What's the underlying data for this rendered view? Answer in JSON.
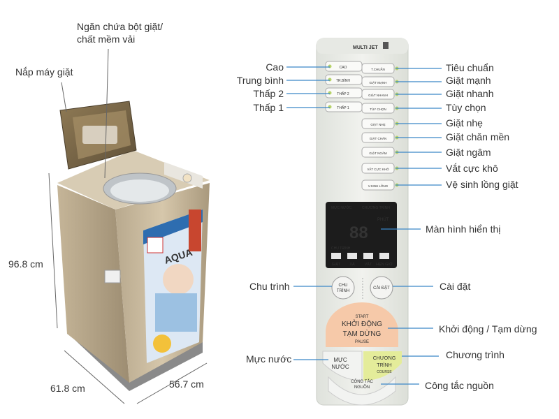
{
  "machine": {
    "brand": "AQUA",
    "label_lid": "Nắp máy giặt",
    "label_drawer_1": "Ngăn chứa bột giặt/",
    "label_drawer_2": "chất mềm vải",
    "dim_height": "96.8 cm",
    "dim_depth": "61.8 cm",
    "dim_width": "56.7 cm"
  },
  "panel": {
    "header_logo": "MULTI JET",
    "left_labels": [
      "Cao",
      "Trung bình",
      "Thấp 2",
      "Thấp 1"
    ],
    "right_labels": [
      "Tiêu chuẩn",
      "Giặt mạnh",
      "Giặt nhanh",
      "Tùy chọn",
      "Giặt nhẹ",
      "Giặt chăn mền",
      "Giặt ngâm",
      "Vắt cực khô",
      "Vệ sinh lồng giặt"
    ],
    "display_label": "Màn hình hiển thị",
    "display_digits": "88",
    "display_phut": "PHÚT",
    "display_hdr_left": "MỰC NƯỚC",
    "display_hdr_right": "CHƯƠNG TRÌNH",
    "display_small": "CHU TRÌNH",
    "step_labels": [
      "GIẶT",
      "XẢ",
      "VẮT",
      "HẸN GIỜ"
    ],
    "cycle_label": "Chu trình",
    "cycle_btn_1": "CHU",
    "cycle_btn_2": "TRÌNH",
    "set_label": "Cài đặt",
    "set_btn": "CÀI ĐẶT",
    "start_label": "Khởi động / Tạm dừng",
    "start_en": "START",
    "start_btn_1": "KHỞI ĐỘNG",
    "start_btn_2": "TẠM DỪNG",
    "start_pause": "PAUSE",
    "water_label": "Mực nước",
    "water_btn_1": "MỰC",
    "water_btn_2": "NƯỚC",
    "course_label": "Chương trình",
    "course_btn_1": "CHƯƠNG",
    "course_btn_2": "TRÌNH",
    "course_en": "COURSE",
    "power_label": "Công tắc nguồn",
    "power_btn_1": "CÔNG TẮC",
    "power_btn_2": "NGUỒN",
    "water_level_btns": [
      "CAO",
      "TR.BÌNH",
      "THẤP 2",
      "THẤP 1"
    ],
    "program_btns": [
      "T.CHUẨN",
      "GIẶT MẠNH",
      "GIẶT NHANH",
      "TÙY CHỌN",
      "GIẶT NHẸ",
      "GIẶT CHĂN",
      "GIẶT NGÂM",
      "VẮT CỰC KHÔ",
      "V.SINH LỒNG"
    ]
  },
  "colors": {
    "line": "#3a86c8",
    "machine_body": "#c9b79a",
    "display_bg": "#1c1c1c",
    "display_digit": "#e23a3a",
    "start_btn": "#f6c9a9",
    "course_btn": "#e4ec9a",
    "panel_bg": "#eef0ec"
  }
}
